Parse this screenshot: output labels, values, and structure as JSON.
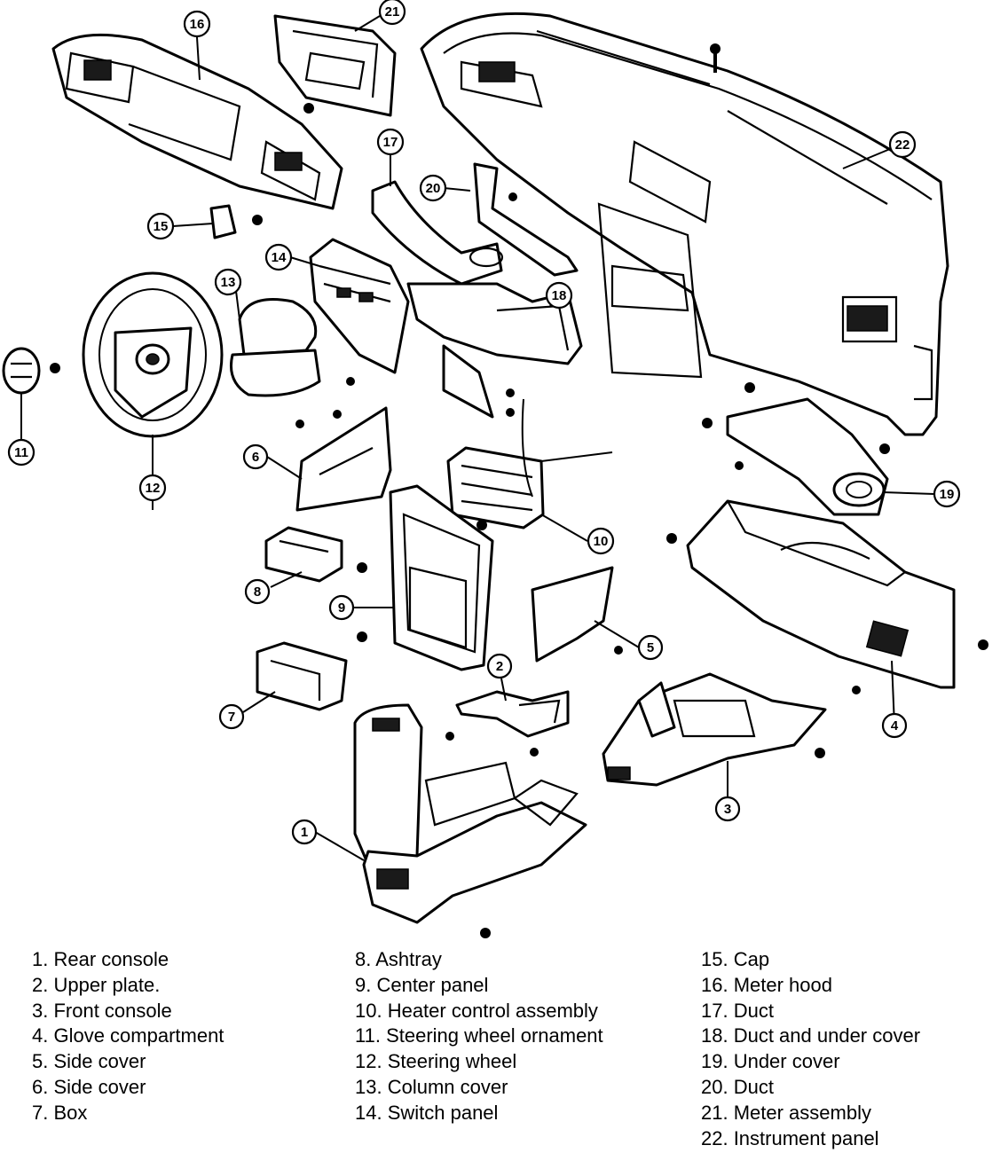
{
  "callouts": [
    "1",
    "2",
    "3",
    "4",
    "5",
    "6",
    "7",
    "8",
    "9",
    "10",
    "11",
    "12",
    "13",
    "14",
    "15",
    "16",
    "17",
    "18",
    "19",
    "20",
    "21",
    "22"
  ],
  "legend": {
    "col1": [
      "1. Rear console",
      "2. Upper plate.",
      "3. Front console",
      "4. Glove compartment",
      "5. Side cover",
      "6. Side cover",
      "7. Box"
    ],
    "col2": [
      "8. Ashtray",
      "9. Center panel",
      "10. Heater control assembly",
      "11. Steering wheel ornament",
      "12. Steering wheel",
      "13. Column cover",
      "14. Switch panel"
    ],
    "col3": [
      "15. Cap",
      "16. Meter hood",
      "17. Duct",
      "18. Duct and under cover",
      "19. Under cover",
      "20. Duct",
      "21. Meter assembly",
      "22. Instrument panel"
    ]
  }
}
